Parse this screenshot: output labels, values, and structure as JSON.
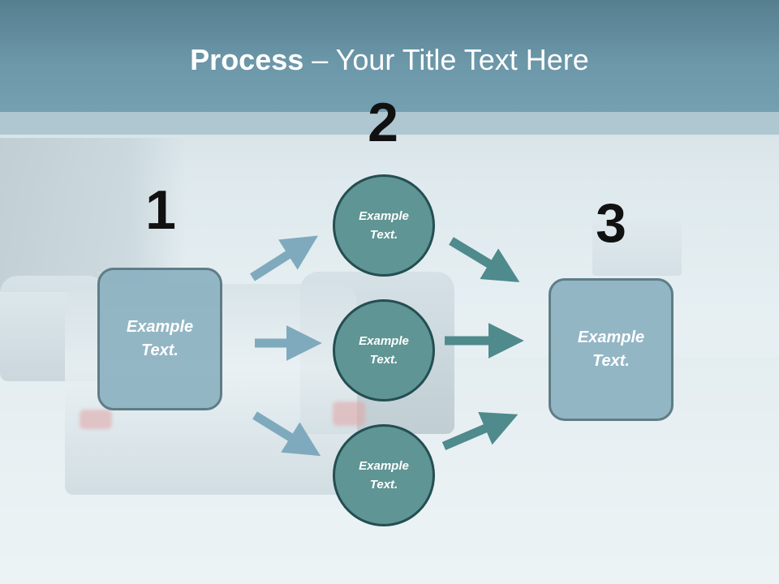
{
  "title": {
    "bold": "Process",
    "rest": " – Your Title Text Here"
  },
  "steps": [
    {
      "number": "1",
      "label": "Example Text."
    },
    {
      "number": "2",
      "labels": [
        "Example Text.",
        "Example Text.",
        "Example Text."
      ]
    },
    {
      "number": "3",
      "label": "Example Text."
    }
  ],
  "colors": {
    "title_band": "#6b97a8",
    "box_fill": "#88aebe",
    "circle_fill": "#5f9594",
    "arrow_light": "#7faabd",
    "arrow_dark": "#4f8a8c"
  }
}
